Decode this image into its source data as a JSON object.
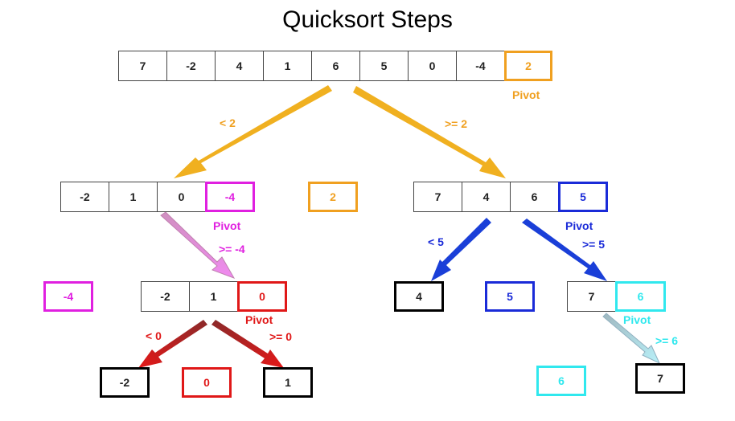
{
  "title": "Quicksort Steps",
  "colors": {
    "orange": "#f0a020",
    "magenta": "#e020e0",
    "blue": "#1a2bd8",
    "red": "#e01818",
    "cyan": "#30e8ee",
    "black": "#000000"
  },
  "root": {
    "values": [
      "7",
      "-2",
      "4",
      "1",
      "6",
      "5",
      "0",
      "-4",
      "2"
    ],
    "pivot_label": "Pivot"
  },
  "branch_root": {
    "left": "< 2",
    "right": ">= 2"
  },
  "left1": {
    "values": [
      "-2",
      "1",
      "0",
      "-4"
    ],
    "pivot_label": "Pivot"
  },
  "middle_pivot": "2",
  "right1": {
    "values": [
      "7",
      "4",
      "6",
      "5"
    ],
    "pivot_label": "Pivot"
  },
  "branch_left1": {
    "right": ">= -4"
  },
  "branch_right1": {
    "left": "< 5",
    "right": ">= 5"
  },
  "left_pivot_box": "-4",
  "left2": {
    "values": [
      "-2",
      "1",
      "0"
    ],
    "pivot_label": "Pivot"
  },
  "right_leaf_4": "4",
  "right_pivot_box": "5",
  "right2": {
    "values": [
      "7",
      "6"
    ],
    "pivot_label": "Pivot"
  },
  "branch_left2": {
    "left": "< 0",
    "right": ">= 0"
  },
  "branch_right2": {
    "right": ">= 6"
  },
  "leaves": {
    "a": "-2",
    "b": "0",
    "c": "1",
    "d": "6",
    "e": "7"
  }
}
